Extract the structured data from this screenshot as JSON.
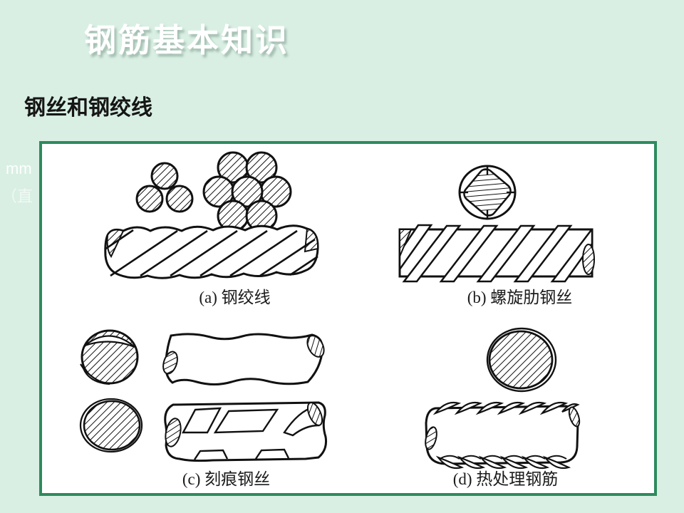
{
  "slide": {
    "title": "钢筋基本知识",
    "subtitle": "钢丝和钢绞线",
    "margin_fragments": {
      "line1": "mm",
      "line2": "（直"
    }
  },
  "figure": {
    "labels": {
      "a": "(a) 钢绞线",
      "b": "(b) 螺旋肋钢丝",
      "c": "(c) 刻痕钢丝",
      "d": "(d) 热处理钢筋"
    }
  },
  "colors": {
    "background": "#d9efe4",
    "panel_border": "#2f8a5e",
    "panel_background": "#ffffff",
    "ink": "#111111",
    "title_color": "#ffffff",
    "subtitle_color": "#161616"
  }
}
